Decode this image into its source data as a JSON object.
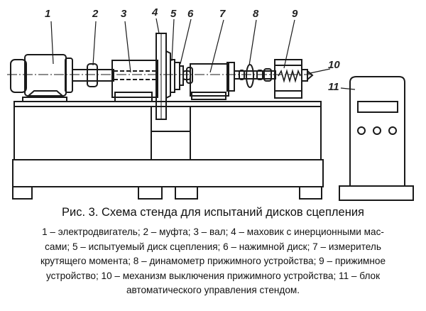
{
  "diagram": {
    "labels": [
      "1",
      "2",
      "3",
      "4",
      "5",
      "6",
      "7",
      "8",
      "9",
      "10",
      "11"
    ]
  },
  "caption": {
    "title": "Рис. 3. Схема стенда для испытаний дисков сцепления",
    "legend_lines": [
      "1 – электродвигатель;  2 – муфта;  3 – вал;  4 – маховик с инерционными мас-",
      "сами;  5 – испытуемый диск сцепления;  6 – нажимной диск; 7 – измеритель",
      "крутящего момента;  8 – динамометр прижимного устройства;  9 – прижимное",
      "устройство;  10 – механизм выключения прижимного устройства; 11 – блок",
      "автоматического управления стендом."
    ]
  }
}
